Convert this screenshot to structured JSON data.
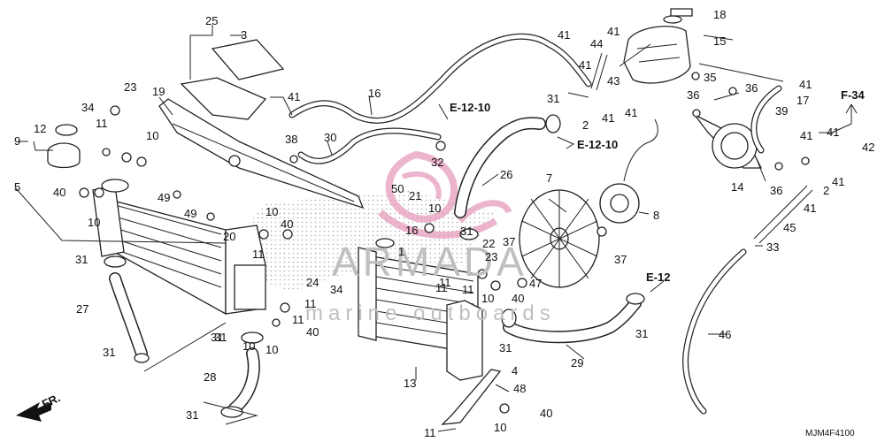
{
  "diagram": {
    "diagram_code": "MJM4F4100",
    "front_label": "FR.",
    "watermark": {
      "brand": "ARMADA",
      "tagline": "marine outboards"
    },
    "references": [
      {
        "id": "ref-1",
        "text": "E-12-10"
      },
      {
        "id": "ref-2",
        "text": "E-12-10"
      },
      {
        "id": "ref-3",
        "text": "E-12"
      },
      {
        "id": "ref-4",
        "text": "F-34"
      }
    ],
    "callouts": [
      "25",
      "3",
      "19",
      "23",
      "34",
      "12",
      "11",
      "9",
      "10",
      "5",
      "40",
      "10",
      "31",
      "27",
      "31",
      "28",
      "31",
      "49",
      "49",
      "20",
      "41",
      "16",
      "38",
      "30",
      "11",
      "40",
      "10",
      "24",
      "34",
      "11",
      "31",
      "10",
      "40",
      "11",
      "50",
      "21",
      "32",
      "10",
      "31",
      "1",
      "16",
      "22",
      "23",
      "37",
      "11",
      "10",
      "47",
      "40",
      "13",
      "4",
      "48",
      "11",
      "10",
      "40",
      "31",
      "26",
      "7",
      "31",
      "44",
      "41",
      "41",
      "2",
      "41",
      "43",
      "41",
      "18",
      "15",
      "35",
      "36",
      "36",
      "39",
      "17",
      "41",
      "14",
      "36",
      "8",
      "37",
      "29",
      "31",
      "45",
      "33",
      "46",
      "41",
      "41",
      "42",
      "2",
      "41",
      "31",
      "11",
      "41",
      "41",
      "10",
      "11"
    ]
  }
}
